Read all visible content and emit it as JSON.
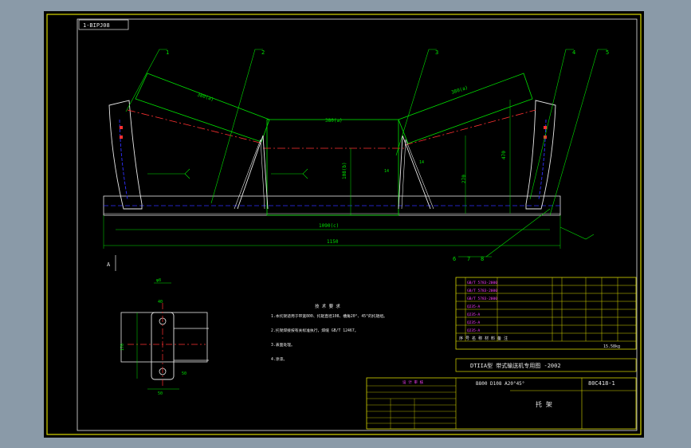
{
  "drawing_id": "1-BIPJ08",
  "title_block": {
    "series": "DTIIA型 带式输送机专用图 -2002",
    "spec": "B800 D108 A20°45°",
    "drawing_no": "80C418-1",
    "part_name": "托 架",
    "label_row": "序 号   名 称   材 料   备 注",
    "parts": [
      "GB/T 5783-2000",
      "GB/T 5783-2000",
      "GB/T 5783-2000",
      "Q235-A",
      "Q235-A",
      "Q235-A",
      "Q235-A"
    ],
    "weight": "15.58kg"
  },
  "tech_requirements": {
    "heading": "技 术 要 求",
    "lines": [
      "1.本托架适用于带宽800、托辊直径108、槽角20°、45°的托辊组。",
      "2.托架焊接按有关标准执行，焊缝 GB/T 12467。",
      "3.表面处理。",
      "4.涂漆。"
    ]
  },
  "callouts": [
    "1",
    "2",
    "3",
    "4",
    "5",
    "6",
    "7",
    "8"
  ],
  "view_label": "A",
  "dims": {
    "span_1": "1090(c)",
    "span_2": "1150",
    "roll_len_a": "380(a)",
    "roll_len_b": "380(a)",
    "center_len": "380(a)",
    "vert_1": "108(b)",
    "vert_2": "270",
    "vert_3": "470",
    "width_a": "40",
    "width_b": "50",
    "height_a": "170",
    "small_1": "φ8",
    "small_2": "14",
    "small_3": "14",
    "gap": "50"
  },
  "revision_block": {
    "heading": "设 计 审 核"
  }
}
